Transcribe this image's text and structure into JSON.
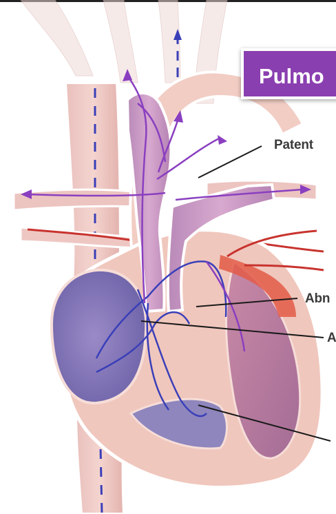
{
  "title": "Pulmo",
  "labels": [
    {
      "id": "patent",
      "text": "Patent"
    },
    {
      "id": "abn",
      "text": "Abn"
    },
    {
      "id": "a",
      "text": "A"
    }
  ],
  "colors": {
    "background": "#ffffff",
    "banner": "#8a3fb0",
    "vessel_pink": "#e8b9b5",
    "heart_muscle": "#f0c7bd",
    "deoxygenated_flow": "#3a3fb8",
    "mixed_flow": "#8a3fc0",
    "oxygenated_flow": "#c8332e",
    "leader_line": "#1a1a1a"
  }
}
